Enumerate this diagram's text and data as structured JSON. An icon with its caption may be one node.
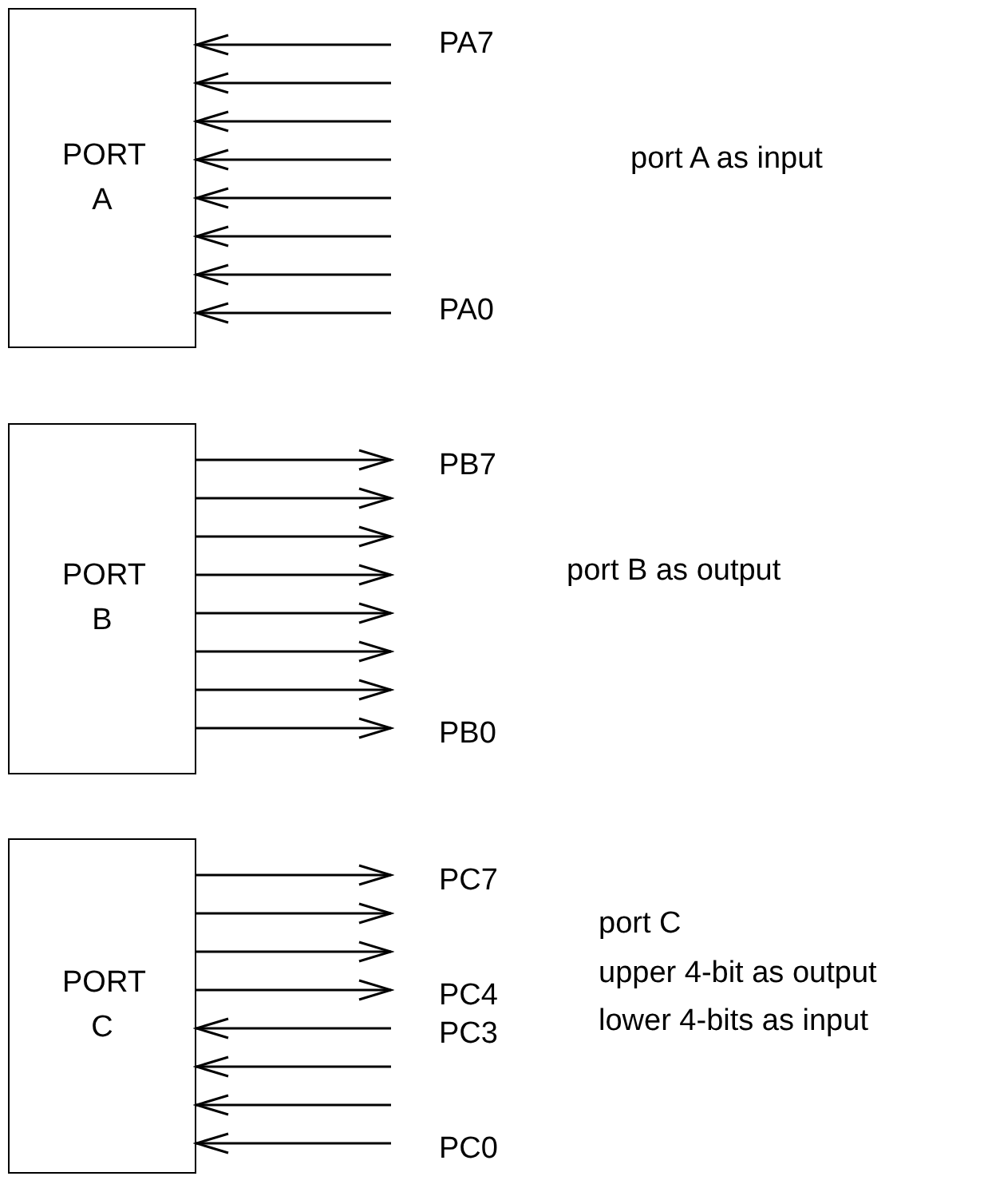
{
  "diagram": {
    "nodes": [
      {
        "text": [
          "PORT A"
        ]
      },
      {
        "text": [
          "PORT B"
        ]
      },
      {
        "text": [
          "PORT C"
        ]
      }
    ],
    "edges": [
      {
        "from": null,
        "to": 0,
        "arrow": "to"
      },
      {
        "from": null,
        "to": 0,
        "arrow": "to"
      },
      {
        "from": null,
        "to": 0,
        "arrow": "to"
      },
      {
        "from": null,
        "to": 0,
        "arrow": "to"
      },
      {
        "from": null,
        "to": 0,
        "arrow": "to"
      },
      {
        "from": null,
        "to": 0,
        "arrow": "to"
      },
      {
        "from": null,
        "to": 0,
        "arrow": "to"
      },
      {
        "from": null,
        "to": 0,
        "arrow": "to"
      },
      {
        "from": 1,
        "to": null,
        "arrow": "to"
      },
      {
        "from": 1,
        "to": null,
        "arrow": "to"
      },
      {
        "from": 1,
        "to": null,
        "arrow": "to"
      },
      {
        "from": 1,
        "to": null,
        "arrow": "to"
      },
      {
        "from": 1,
        "to": null,
        "arrow": "to"
      },
      {
        "from": 1,
        "to": null,
        "arrow": "to"
      },
      {
        "from": 1,
        "to": null,
        "arrow": "to"
      },
      {
        "from": 1,
        "to": null,
        "arrow": "to"
      },
      {
        "from": 2,
        "to": null,
        "arrow": "to"
      },
      {
        "from": 2,
        "to": null,
        "arrow": "to"
      },
      {
        "from": 2,
        "to": null,
        "arrow": "to"
      },
      {
        "from": 2,
        "to": null,
        "arrow": "to"
      },
      {
        "from": null,
        "to": 2,
        "arrow": "to"
      },
      {
        "from": null,
        "to": 2,
        "arrow": "to"
      },
      {
        "from": null,
        "to": 2,
        "arrow": "to"
      },
      {
        "from": null,
        "to": 2,
        "arrow": "to"
      }
    ],
    "labels": [
      "PA7",
      "port A as input",
      "PA0",
      "PB7",
      "port B as output",
      "PB0",
      "PC7",
      "port C",
      "upper 4-bit as output",
      "PC4",
      "PC3",
      "lower 4-bits as input",
      "PC0"
    ]
  }
}
